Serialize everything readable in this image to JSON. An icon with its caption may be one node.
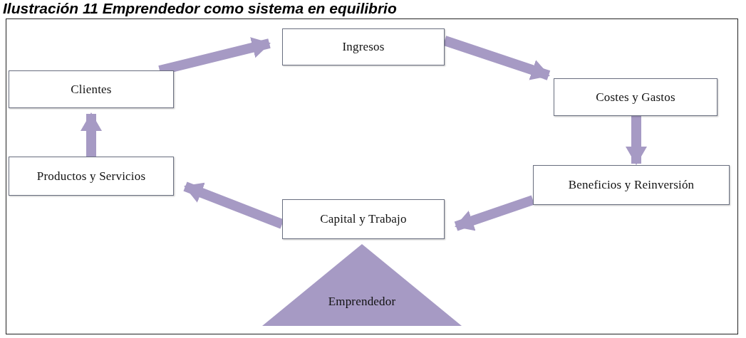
{
  "diagram": {
    "title": "Ilustración 11 Emprendedor como sistema en equilibrio",
    "nodes": [
      {
        "text": [
          "Ingresos"
        ]
      },
      {
        "text": [
          "Clientes"
        ]
      },
      {
        "text": [
          "Costes y Gastos"
        ]
      },
      {
        "text": [
          "Productos y Servicios"
        ]
      },
      {
        "text": [
          "Beneficios y Reinversión"
        ]
      },
      {
        "text": [
          "Capital y Trabajo"
        ]
      },
      {
        "text": [
          "Emprendedor"
        ]
      }
    ],
    "edges": [
      {
        "from": 1,
        "to": 0,
        "arrow": "to"
      },
      {
        "from": 0,
        "to": 2,
        "arrow": "to"
      },
      {
        "from": 2,
        "to": 4,
        "arrow": "to"
      },
      {
        "from": 4,
        "to": 5,
        "arrow": "to"
      },
      {
        "from": 5,
        "to": 3,
        "arrow": "to"
      },
      {
        "from": 3,
        "to": 1,
        "arrow": "to"
      }
    ]
  }
}
